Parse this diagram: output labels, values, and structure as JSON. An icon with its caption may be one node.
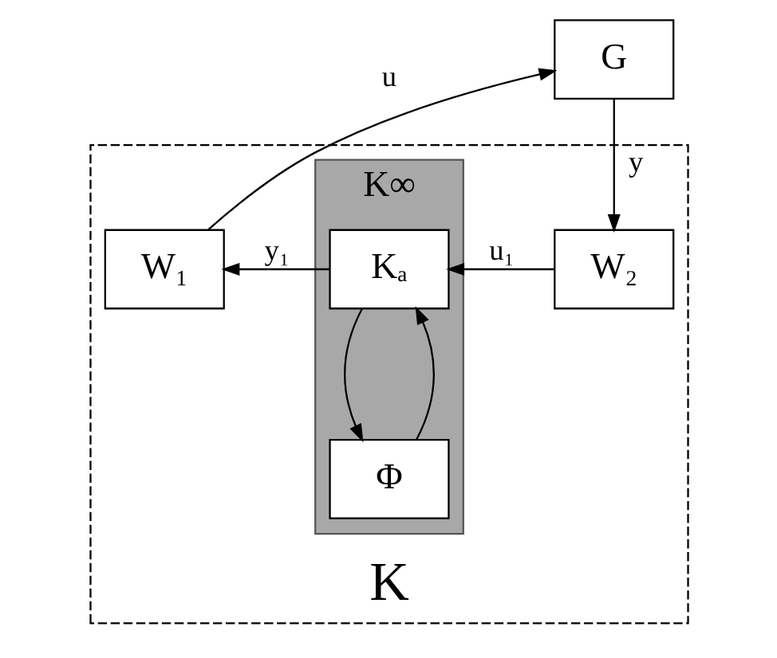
{
  "diagram": {
    "nodes": [
      {
        "text": [
          "K"
        ]
      },
      {
        "text": [
          "G"
        ]
      },
      {
        "text": [
          "K∞"
        ],
        "in": 0
      },
      {
        "text": [
          "W₁"
        ],
        "in": 0
      },
      {
        "text": [
          "Kₐ"
        ],
        "in": 2
      },
      {
        "text": [
          "Φ"
        ],
        "in": 2
      },
      {
        "text": [
          "W₂"
        ],
        "in": 0
      }
    ],
    "edges": [
      {
        "from": 3,
        "to": 1,
        "arrow": "to",
        "label": "u"
      },
      {
        "from": 1,
        "to": 6,
        "arrow": "to",
        "label": "y"
      },
      {
        "from": 6,
        "to": 4,
        "arrow": "to",
        "label": "u₁"
      },
      {
        "from": 4,
        "to": 3,
        "arrow": "to",
        "label": "y₁"
      },
      {
        "from": 4,
        "to": 5,
        "arrow": "to"
      },
      {
        "from": 5,
        "to": 4,
        "arrow": "to"
      }
    ]
  }
}
